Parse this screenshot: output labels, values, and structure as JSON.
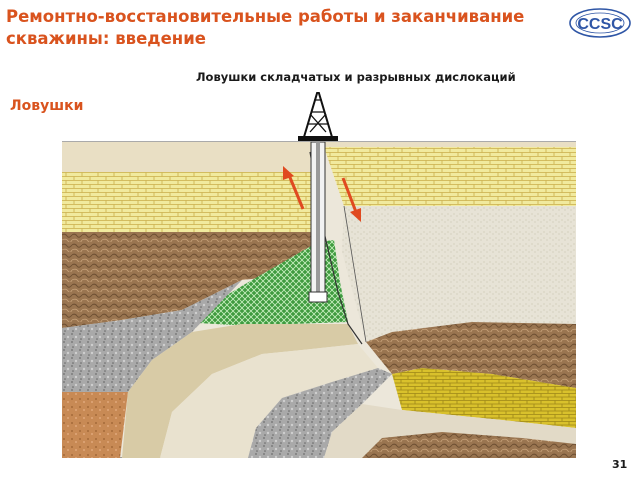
{
  "slide": {
    "title_line1": "Ремонтно-восстановительные работы и заканчивание",
    "title_line2": "скважины: введение",
    "logo_text": "CCSC",
    "diagram_caption": "Ловушки складчатых и разрывных дислокаций",
    "section_label": "Ловушки",
    "page_number": "31"
  },
  "colors": {
    "accent": "#d9531e",
    "sandstone_yellow": "#f1ea9e",
    "shale_brown": "#9a7550",
    "reservoir_green": "#4aa84a",
    "gravel_grey": "#a9a9a9",
    "tan_sand": "#d8cba6",
    "beige": "#e9dfc4",
    "light_grey": "#e8e8e8",
    "gold_layer": "#d9c12c",
    "arrow_red": "#e04a20"
  },
  "icons": {
    "derrick": "drilling-rig-icon",
    "logo": "ccsc-logo-icon"
  }
}
